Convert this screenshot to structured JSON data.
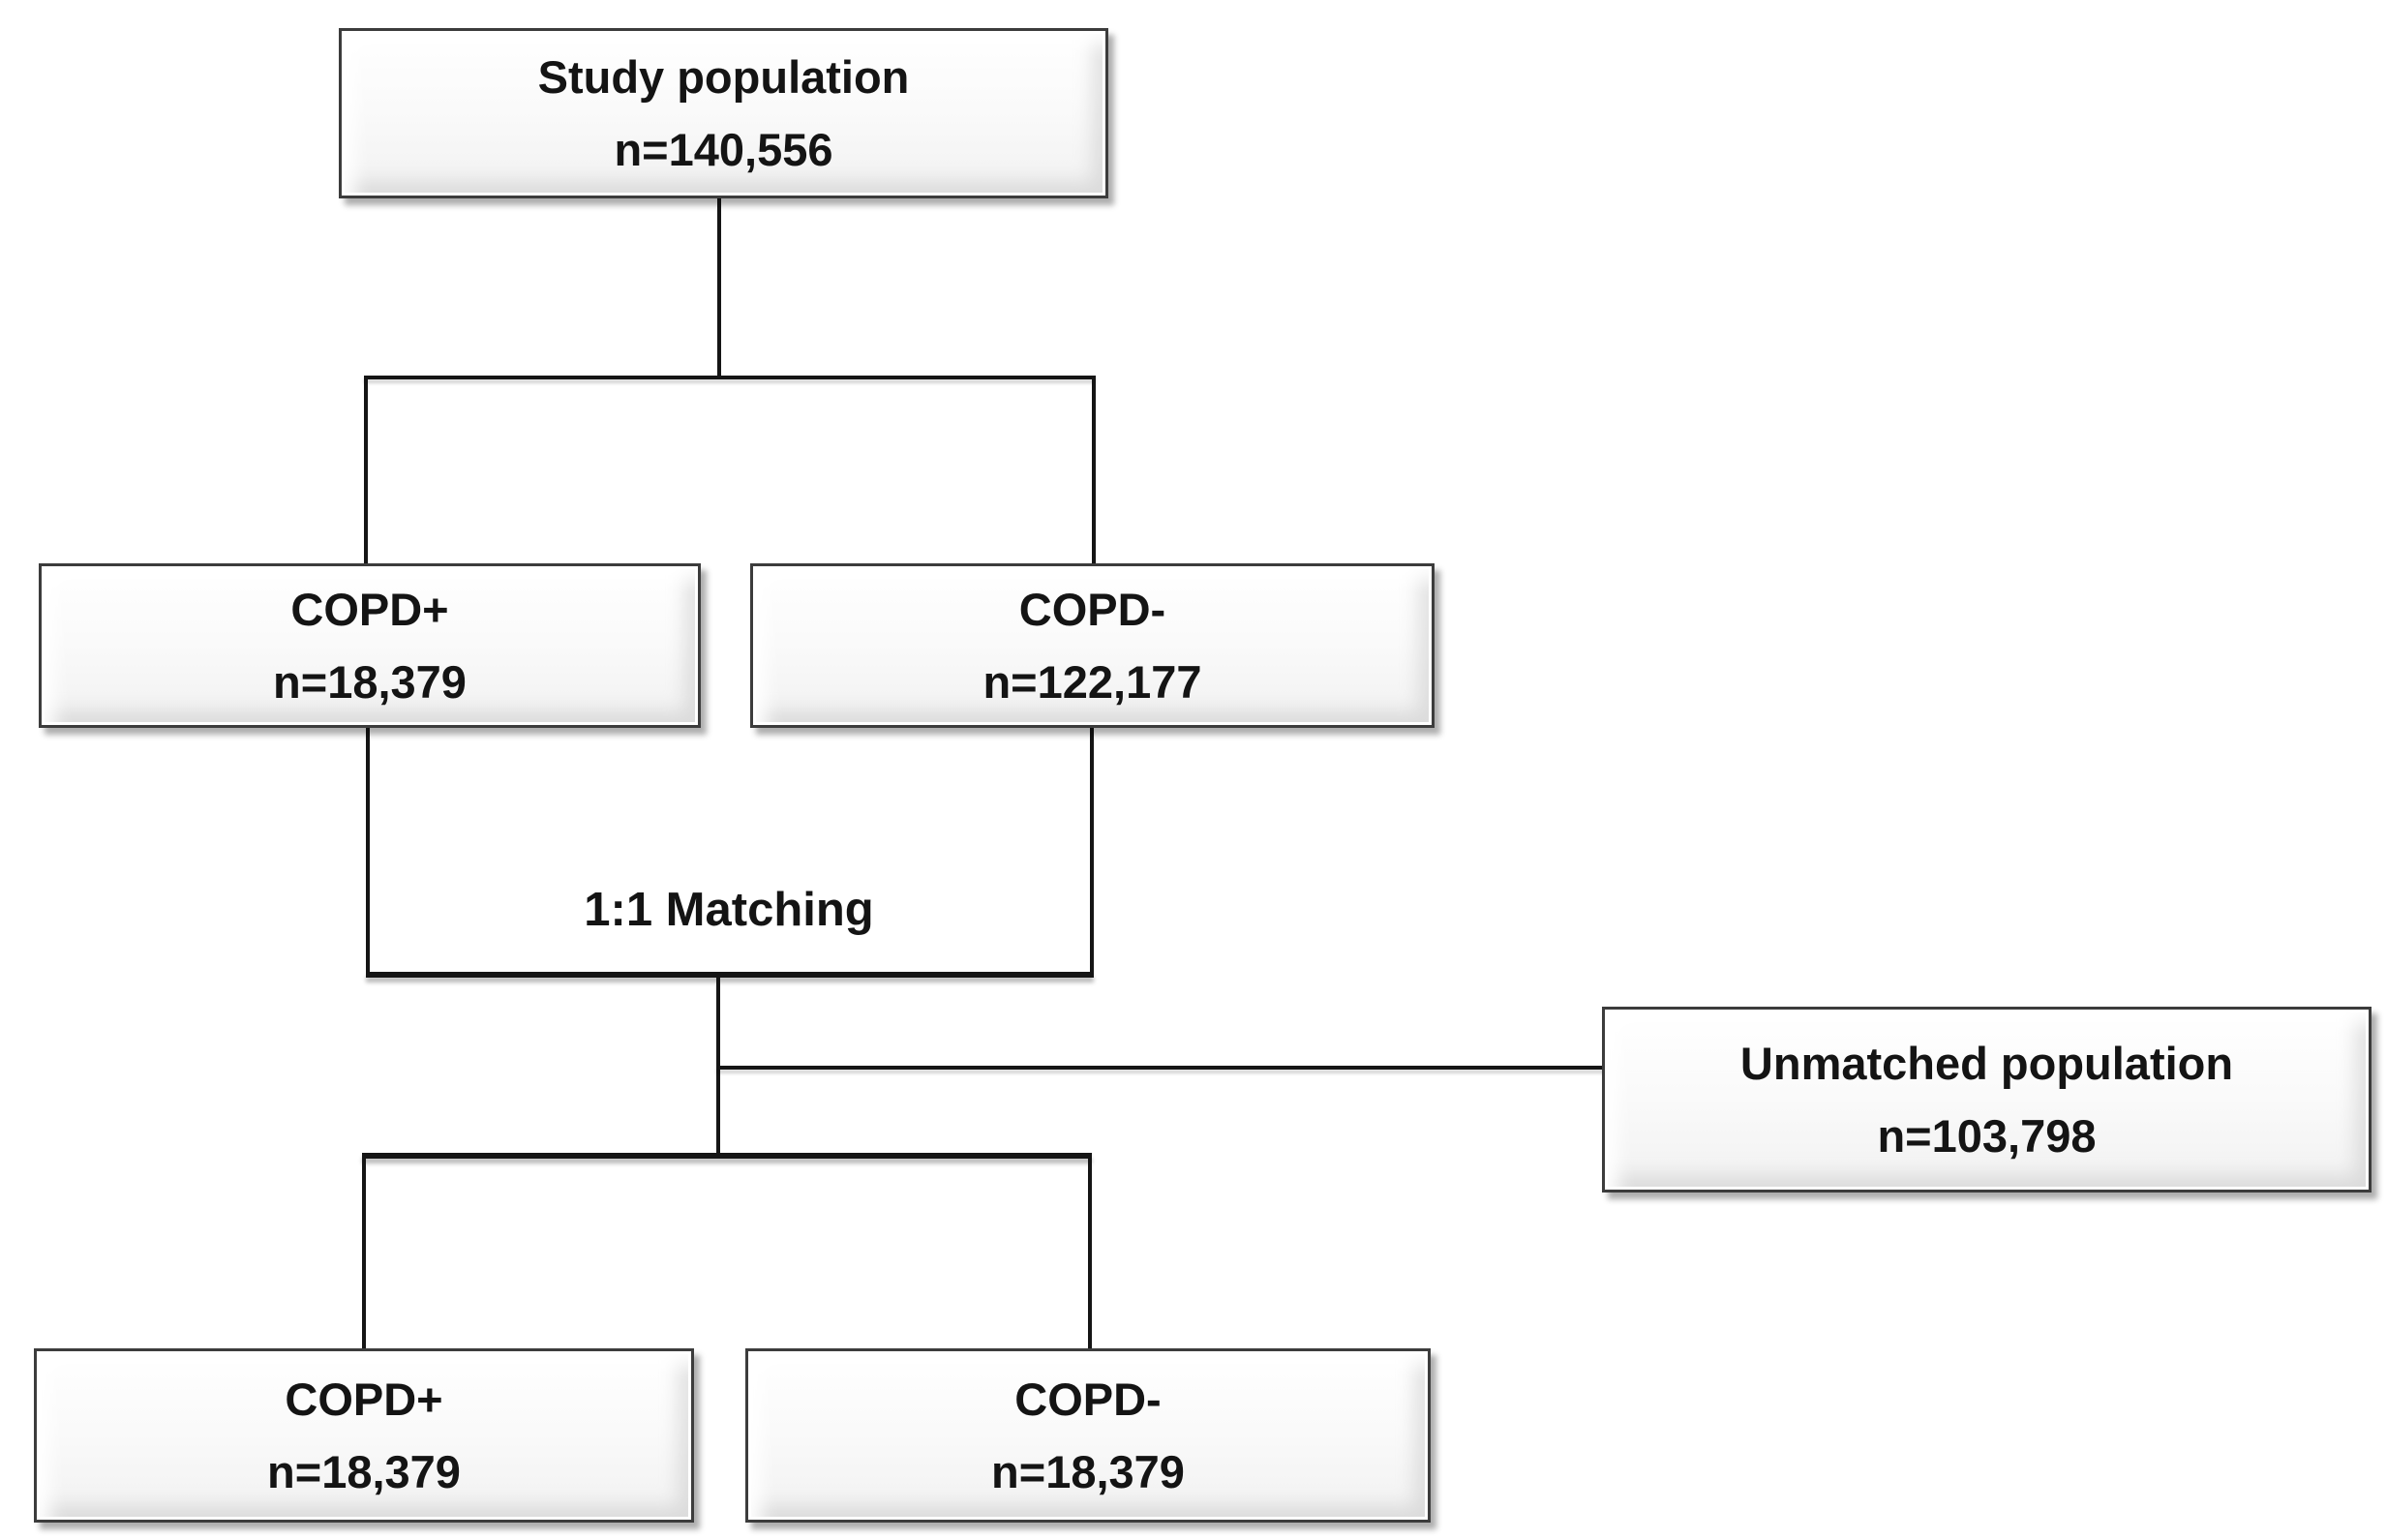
{
  "diagram": {
    "nodes": [
      {
        "id": "study-population",
        "label": "Study population",
        "value": "n=140,556"
      },
      {
        "id": "copd-plus-unmatched",
        "label": "COPD+",
        "value": "n=18,379"
      },
      {
        "id": "copd-minus-unmatched",
        "label": "COPD-",
        "value": "n=122,177"
      },
      {
        "id": "unmatched-population",
        "label": "Unmatched population",
        "value": "n=103,798"
      },
      {
        "id": "copd-plus-matched",
        "label": "COPD+",
        "value": "n=18,379"
      },
      {
        "id": "copd-minus-matched",
        "label": "COPD-",
        "value": "n=18,379"
      }
    ],
    "annotations": {
      "matching_label": "1:1 Matching"
    },
    "colors": {
      "background": "#ffffff",
      "line": "#151515",
      "box_border": "#3c3c3c",
      "box_fill": "#f7f7f7",
      "text": "#141414"
    }
  }
}
